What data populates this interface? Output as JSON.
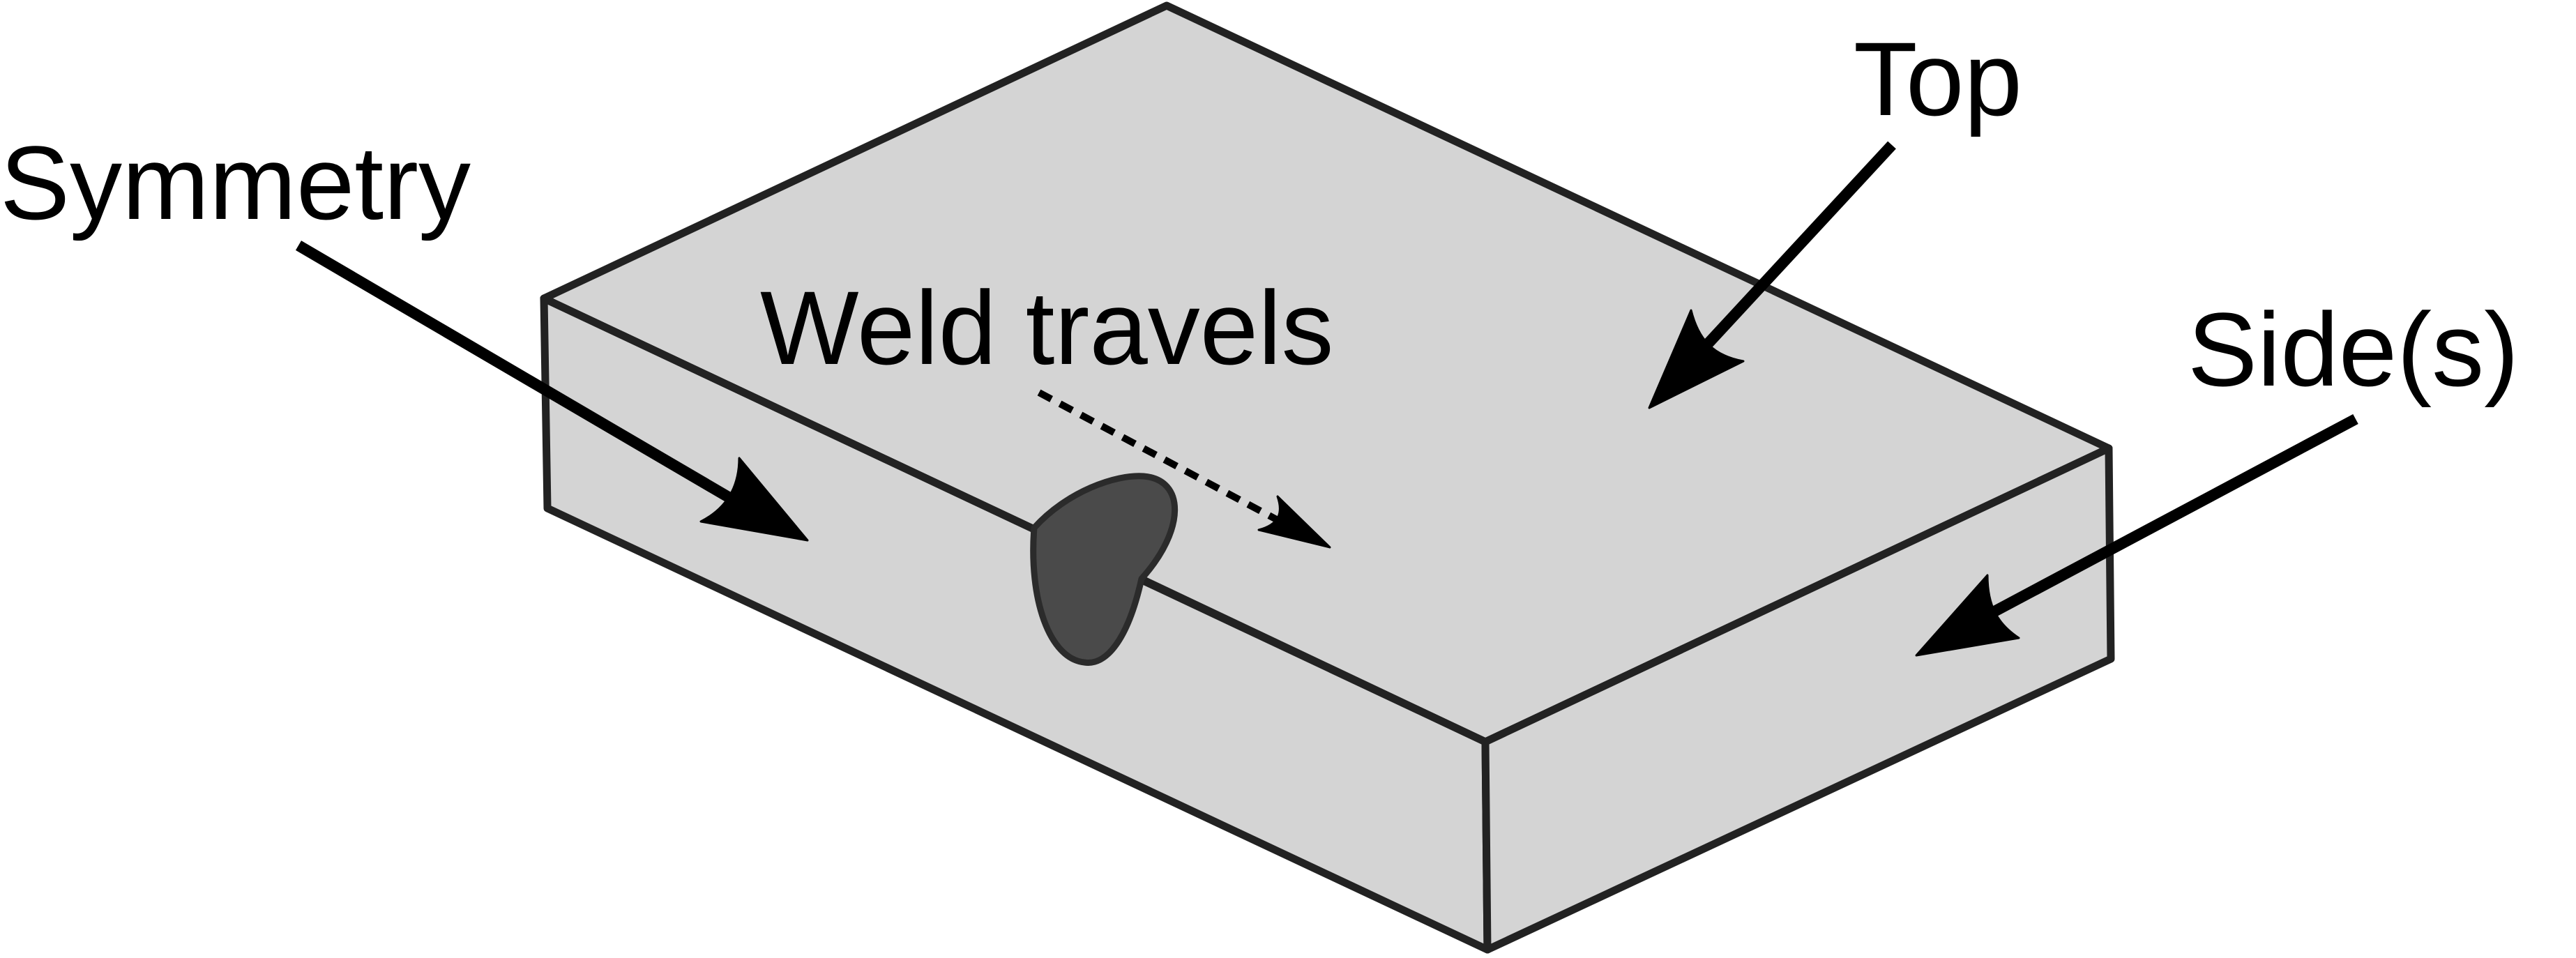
{
  "labels": {
    "symmetry": "Symmetry",
    "weld_travels": "Weld travels",
    "top": "Top",
    "sides": "Side(s)"
  },
  "colors": {
    "top_face": "#d4d4d4",
    "front_face": "#d4d4d4",
    "side_face": "#d4d4d4",
    "outline": "#222222",
    "weld_bead": "#4a4a4a",
    "arrow": "#000000",
    "text": "#000000",
    "background": "#ffffff"
  }
}
